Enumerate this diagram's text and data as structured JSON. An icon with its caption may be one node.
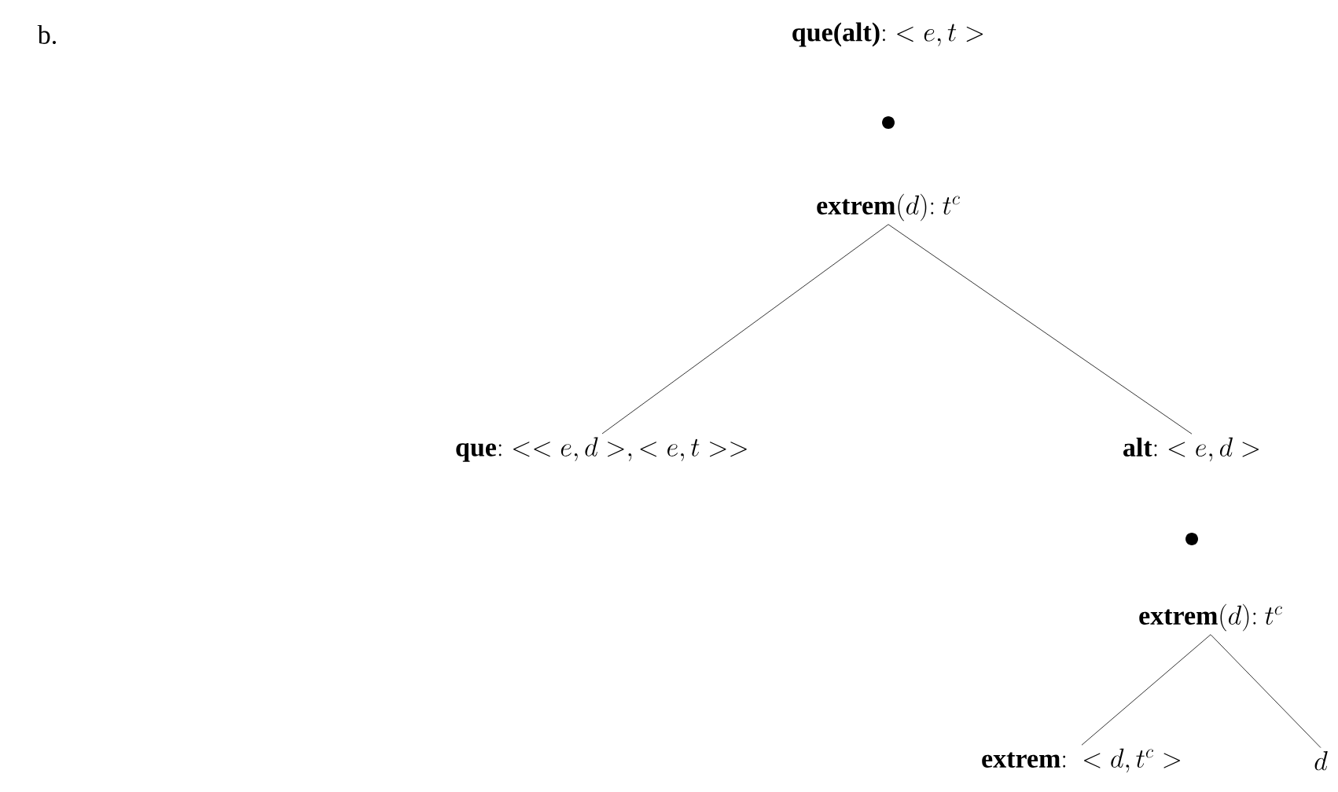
{
  "diagram": {
    "nodes": [
      {
        "text": [
          "\\textbf{que(alt)}{:}< e,t >"
        ]
      },
      {
        "text": [
          "\\textbf{extrem}(d){:}\\ t^c"
        ]
      },
      {
        "text": [
          "\\textbf{que}{:}<< e,d >,< e,t >>"
        ]
      },
      {
        "text": [
          "\\textbf{alt}{:}< e,d >"
        ]
      },
      {
        "text": [
          "\\textbf{extrem}(d){:}\\ t^c"
        ]
      },
      {
        "text": [
          "\\textbf{extrem}{:}\\ < d,t^c >"
        ]
      },
      {
        "text": [
          "d"
        ]
      }
    ],
    "edges": [
      {
        "from": 1,
        "to": 2,
        "arrow": "none"
      },
      {
        "from": 1,
        "to": 3,
        "arrow": "none"
      },
      {
        "from": 4,
        "to": 5,
        "arrow": "none"
      },
      {
        "from": 4,
        "to": 6,
        "arrow": "none"
      }
    ],
    "labels": [
      "b."
    ]
  }
}
